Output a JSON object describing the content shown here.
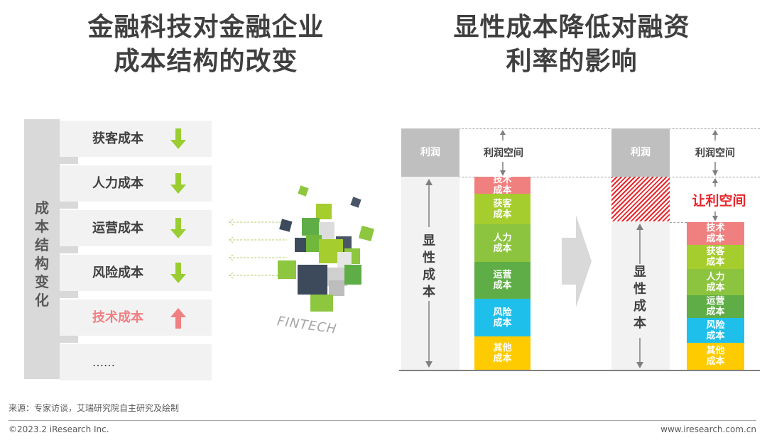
{
  "left": {
    "title_line1": "金融科技对金融企业",
    "title_line2": "成本结构的改变",
    "side_label": "成本结构变化",
    "rows": [
      {
        "label": "获客成本",
        "trend": "down"
      },
      {
        "label": "人力成本",
        "trend": "down"
      },
      {
        "label": "运营成本",
        "trend": "down"
      },
      {
        "label": "风险成本",
        "trend": "down"
      },
      {
        "label": "技术成本",
        "trend": "up"
      },
      {
        "label": "……",
        "trend": "none"
      }
    ],
    "fintech_label": "FINTECH"
  },
  "right": {
    "title_line1": "显性成本降低对融资",
    "title_line2": "利率的影响",
    "before": {
      "profit_label": "利润",
      "profit_space_label": "利润空间",
      "explicit_cost_label": "显性成本",
      "segments": [
        {
          "line1": "技术",
          "line2": "成本",
          "color": "#f08080"
        },
        {
          "line1": "获客",
          "line2": "成本",
          "color": "#a5cd2e"
        },
        {
          "line1": "人力",
          "line2": "成本",
          "color": "#8cc43f"
        },
        {
          "line1": "运营",
          "line2": "成本",
          "color": "#5fad46"
        },
        {
          "line1": "风险",
          "line2": "成本",
          "color": "#1fbfeb"
        },
        {
          "line1": "其他",
          "line2": "成本",
          "color": "#fecb00"
        }
      ]
    },
    "after": {
      "profit_label": "利润",
      "profit_space_label": "利润空间",
      "concession_label": "让利空间",
      "explicit_cost_label": "显性成本",
      "segments": [
        {
          "line1": "技术",
          "line2": "成本",
          "color": "#f08080"
        },
        {
          "line1": "获客",
          "line2": "成本",
          "color": "#a5cd2e"
        },
        {
          "line1": "人力",
          "line2": "成本",
          "color": "#8cc43f"
        },
        {
          "line1": "运营",
          "line2": "成本",
          "color": "#5fad46"
        },
        {
          "line1": "风险",
          "line2": "成本",
          "color": "#1fbfeb"
        },
        {
          "line1": "其他",
          "line2": "成本",
          "color": "#fecb00"
        }
      ]
    }
  },
  "colors": {
    "down_arrow": "#9acd32",
    "up_arrow": "#f07f82",
    "concession": "#e8262b"
  },
  "footer": {
    "source": "来源：专家访谈，艾瑞研究院自主研究及绘制",
    "copyright": "©2023.2 iResearch Inc.",
    "website": "www.iresearch.com.cn"
  }
}
